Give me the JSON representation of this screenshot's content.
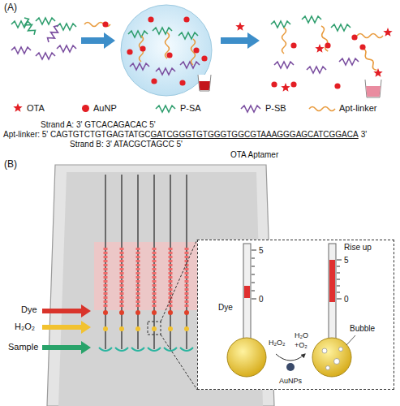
{
  "diagram": {
    "nodes": [
      {
        "text": [
          "5",
          "0",
          "Dye",
          "Rise up",
          "5",
          "0",
          "H₂O₂",
          "H₂O",
          "+O₂",
          "Bubble",
          "AuNPs"
        ]
      }
    ],
    "labels": [
      "(A)",
      "Strand A: 3' GTCACAGACAC 5'",
      "Apt-linker: 5' CAGTGTCTGTGAGTATGC",
      "GATCGGGTGTGGGTGGCGTAAAGGGAGCATCGGACA",
      "3'",
      "Strand B: 3' ATACGCTAGCC 5'",
      "OTA Aptamer",
      "(B)",
      "Dye",
      "H₂O₂",
      "Sample"
    ],
    "legend": [
      {
        "text": "OTA"
      },
      {
        "text": "AuNP",
        "color": "#e31e24"
      },
      {
        "text": "P-SA"
      },
      {
        "text": "P-SB"
      },
      {
        "text": "Apt-linker"
      }
    ]
  }
}
